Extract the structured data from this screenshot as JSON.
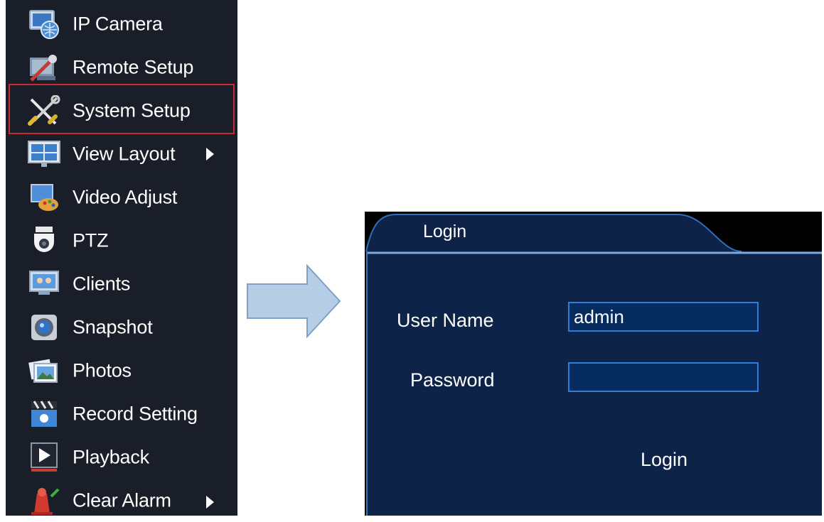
{
  "menu": {
    "items": [
      {
        "label": "IP Camera",
        "icon": "ip-camera-icon"
      },
      {
        "label": "Remote Setup",
        "icon": "remote-setup-icon"
      },
      {
        "label": "System Setup",
        "icon": "tools-icon",
        "highlighted": true
      },
      {
        "label": "View Layout",
        "icon": "view-layout-icon",
        "submenu": true
      },
      {
        "label": "Video Adjust",
        "icon": "video-adjust-icon"
      },
      {
        "label": "PTZ",
        "icon": "ptz-camera-icon"
      },
      {
        "label": "Clients",
        "icon": "clients-icon"
      },
      {
        "label": "Snapshot",
        "icon": "snapshot-icon"
      },
      {
        "label": "Photos",
        "icon": "photos-icon"
      },
      {
        "label": "Record Setting",
        "icon": "record-setting-icon"
      },
      {
        "label": "Playback",
        "icon": "playback-icon"
      },
      {
        "label": "Clear Alarm",
        "icon": "clear-alarm-icon",
        "submenu": true
      }
    ],
    "highlight_color": "#c62b2f"
  },
  "arrow": {
    "icon": "right-arrow-icon",
    "color": "#b4cbe4"
  },
  "login_dialog": {
    "title": "Login",
    "username_label": "User Name",
    "username_value": "admin",
    "password_label": "Password",
    "password_value": "",
    "login_button": "Login"
  },
  "colors": {
    "menu_bg": "#1a1e29",
    "dialog_bg": "#0d2348",
    "input_border": "#2f7ddb"
  }
}
